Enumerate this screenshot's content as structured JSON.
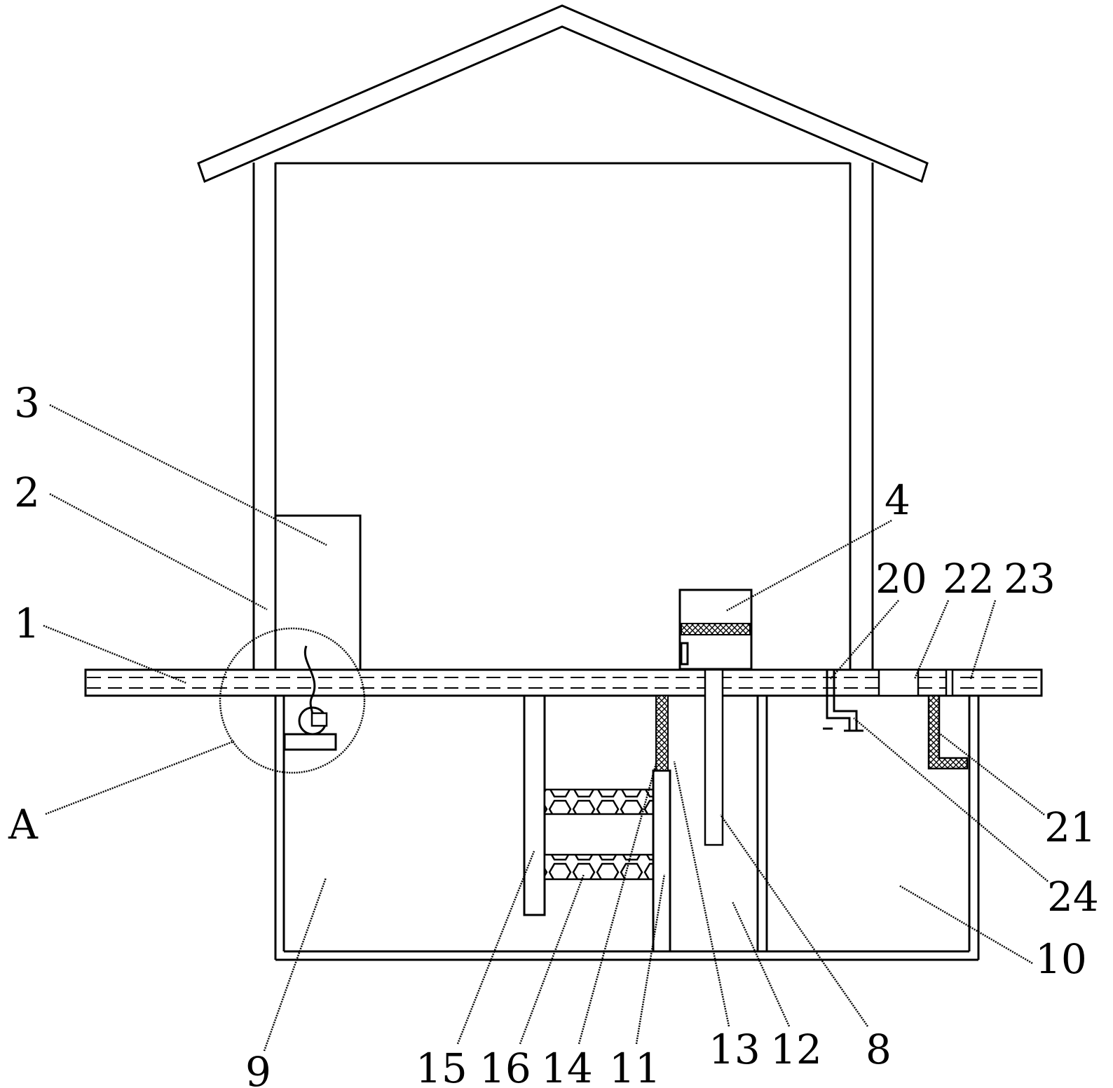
{
  "labels": {
    "l1": "1",
    "l2": "2",
    "l3": "3",
    "l4": "4",
    "lA": "A",
    "l20": "20",
    "l22": "22",
    "l23": "23",
    "l21": "21",
    "l24": "24",
    "l10": "10",
    "l9": "9",
    "l15": "15",
    "l16": "16",
    "l14": "14",
    "l11": "11",
    "l13": "13",
    "l12": "12",
    "l8": "8"
  }
}
